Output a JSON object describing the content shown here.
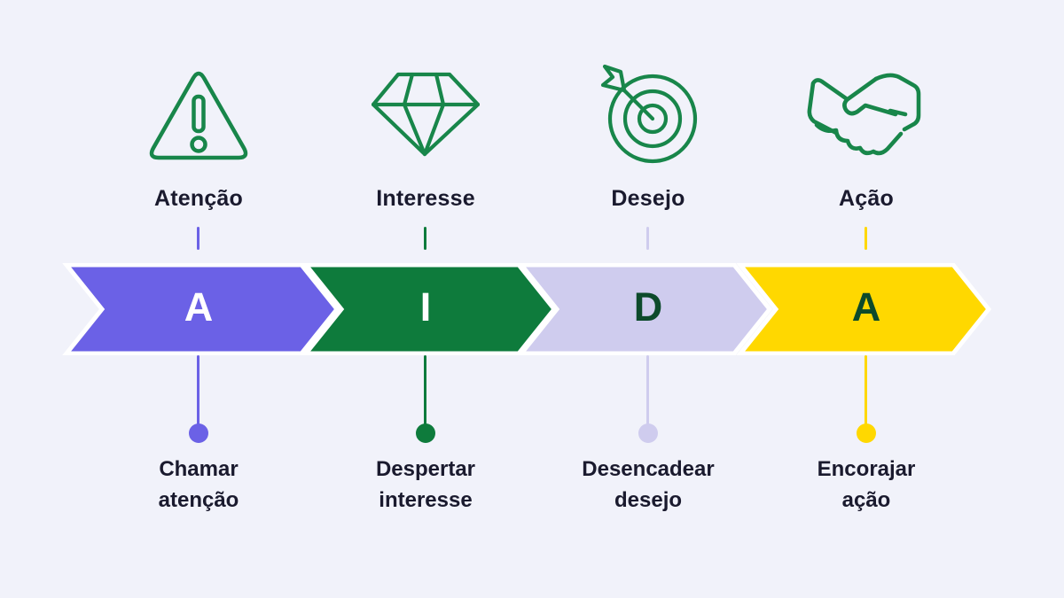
{
  "background_color": "#F1F2FA",
  "icon_stroke_color": "#18864A",
  "label_color": "#1A1A2E",
  "chevron_outline_color": "#FFFFFF",
  "stages": [
    {
      "icon": "warning-triangle-icon",
      "top_label": "Atenção",
      "letter": "A",
      "letter_color": "#FFFFFF",
      "color": "#6B61E6",
      "bottom_label_line1": "Chamar",
      "bottom_label_line2": "atenção"
    },
    {
      "icon": "diamond-icon",
      "top_label": "Interesse",
      "letter": "I",
      "letter_color": "#FFFFFF",
      "color": "#0E7B3C",
      "bottom_label_line1": "Despertar",
      "bottom_label_line2": "interesse"
    },
    {
      "icon": "target-arrow-icon",
      "top_label": "Desejo",
      "letter": "D",
      "letter_color": "#0D4A2B",
      "color": "#CFCCEE",
      "bottom_label_line1": "Desencadear",
      "bottom_label_line2": "desejo"
    },
    {
      "icon": "handshake-icon",
      "top_label": "Ação",
      "letter": "A",
      "letter_color": "#0D4A2B",
      "color": "#FFD800",
      "bottom_label_line1": "Encorajar",
      "bottom_label_line2": "ação"
    }
  ]
}
